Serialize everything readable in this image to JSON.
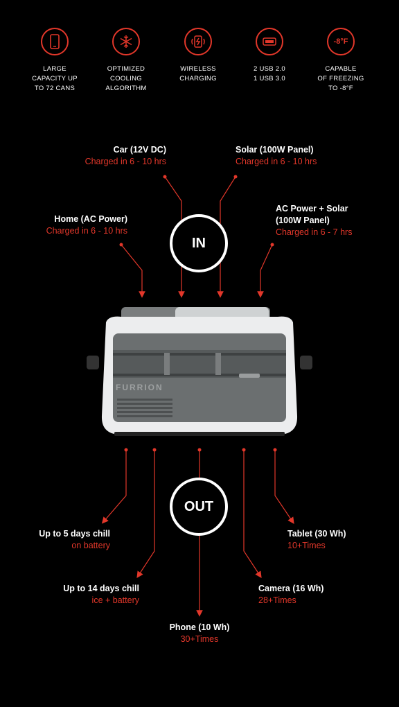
{
  "features": [
    {
      "icon": "phone-icon",
      "label": "LARGE\nCAPACITY UP\nTO 72 CANS"
    },
    {
      "icon": "snowflake-icon",
      "label": "OPTIMIZED\nCOOLING\nALGORITHM"
    },
    {
      "icon": "wireless-charging-icon",
      "label": "WIRELESS\nCHARGING"
    },
    {
      "icon": "usb-port-icon",
      "label": "2 USB 2.0\n1 USB 3.0"
    },
    {
      "icon": "temperature-icon",
      "icon_text": "-8°F",
      "label": "CAPABLE\nOF FREEZING\nTO -8°F"
    }
  ],
  "in_label": "IN",
  "out_label": "OUT",
  "inputs": [
    {
      "title": "Car (12V DC)",
      "sub": "Charged in 6 - 10 hrs"
    },
    {
      "title": "Solar (100W Panel)",
      "sub": "Charged in 6 - 10 hrs"
    },
    {
      "title": "Home (AC Power)",
      "sub": "Charged in 6 - 10 hrs"
    },
    {
      "title": "AC Power  + Solar\n(100W Panel)",
      "sub": "Charged in 6 - 7 hrs"
    }
  ],
  "outputs": [
    {
      "title": "Up to 5 days chill",
      "sub": "on battery"
    },
    {
      "title": "Tablet (30 Wh)",
      "sub": "10+Times"
    },
    {
      "title": "Up to 14 days chill",
      "sub": "ice + battery"
    },
    {
      "title": "Camera (16 Wh)",
      "sub": "28+Times"
    },
    {
      "title": "Phone (10 Wh)",
      "sub": "30+Times"
    }
  ],
  "product_brand": "FURRION",
  "colors": {
    "accent": "#e2372a",
    "background": "#000000"
  }
}
